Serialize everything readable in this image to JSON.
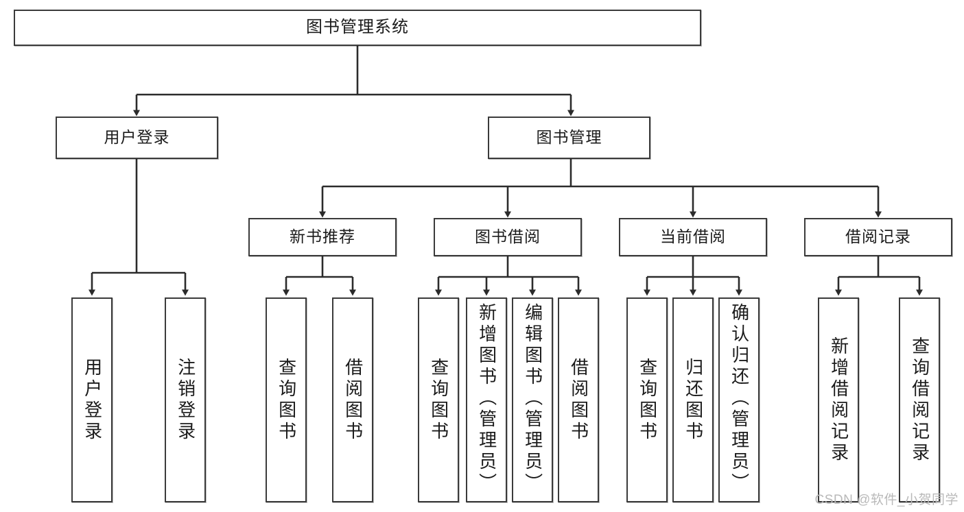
{
  "diagram": {
    "title_node": {
      "label": "图书管理系统"
    },
    "level2": [
      {
        "id": "user-login",
        "label": "用户登录"
      },
      {
        "id": "book-management",
        "label": "图书管理"
      }
    ],
    "level3": [
      {
        "id": "new-book-recommend",
        "label": "新书推荐"
      },
      {
        "id": "book-borrow",
        "label": "图书借阅"
      },
      {
        "id": "current-borrow",
        "label": "当前借阅"
      },
      {
        "id": "borrow-record",
        "label": "借阅记录"
      }
    ],
    "leaves": {
      "user_login": [
        {
          "id": "login",
          "label": "用户登录",
          "align": "center"
        },
        {
          "id": "logout",
          "label": "注销登录",
          "align": "center"
        }
      ],
      "new_book_recommend": [
        {
          "id": "query-book",
          "label": "查询图书",
          "align": "center"
        },
        {
          "id": "borrow-book",
          "label": "借阅图书",
          "align": "center"
        }
      ],
      "book_borrow": [
        {
          "id": "query-book",
          "label": "查询图书",
          "align": "center"
        },
        {
          "id": "add-book-admin",
          "label": "新增图书（管理员）",
          "align": "top"
        },
        {
          "id": "edit-book-admin",
          "label": "编辑图书（管理员）",
          "align": "top"
        },
        {
          "id": "borrow-book",
          "label": "借阅图书",
          "align": "center"
        }
      ],
      "current_borrow": [
        {
          "id": "query-book",
          "label": "查询图书",
          "align": "center"
        },
        {
          "id": "return-book",
          "label": "归还图书",
          "align": "center"
        },
        {
          "id": "confirm-return-admin",
          "label": "确认归还（管理员）",
          "align": "top"
        }
      ],
      "borrow_record": [
        {
          "id": "add-borrow-record",
          "label": "新增借阅记录",
          "align": "center"
        },
        {
          "id": "query-borrow-record",
          "label": "查询借阅记录",
          "align": "center"
        }
      ]
    },
    "watermark": "CSDN @软件_小贺同学",
    "colors": {
      "box_border": "#3a3a3a",
      "box_fill": "#ffffff",
      "connector": "#2b2b2b",
      "text": "#1b1b1b",
      "watermark": "#b9b9b9"
    }
  }
}
